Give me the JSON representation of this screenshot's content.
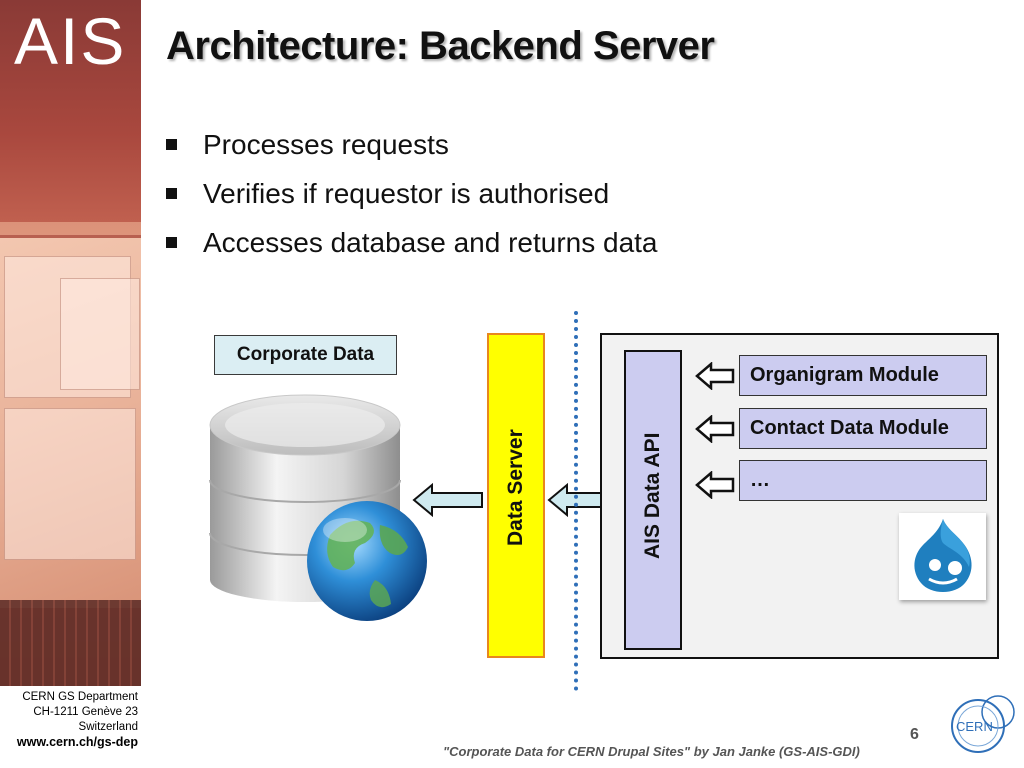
{
  "sidebar": {
    "logo_text": "AIS"
  },
  "footer_left": {
    "line1": "CERN GS Department",
    "line2": "CH-1211 Genève 23",
    "line3": "Switzerland",
    "url": "www.cern.ch/gs-dep"
  },
  "slide": {
    "title": "Architecture: Backend Server",
    "bullets": [
      "Processes requests",
      "Verifies if requestor is authorised",
      "Accesses database and returns data"
    ]
  },
  "diagram": {
    "corporate_data_label": "Corporate Data",
    "data_server_label": "Data Server",
    "api_label": "AIS Data API",
    "modules": [
      "Organigram Module",
      "Contact Data Module",
      "…"
    ]
  },
  "footer": {
    "quote": "\"Corporate Data for CERN Drupal Sites\" by Jan Janke (GS-AIS-GDI)",
    "page_number": "6",
    "cern_logo_text": "CERN"
  },
  "colors": {
    "data_server_fill": "#ffff00",
    "data_server_border": "#e8871e",
    "module_fill": "#ccccf0",
    "corp_label_fill": "#dbeef3",
    "divider": "#2f6fb8",
    "arrow_fill": "#cfeaf0"
  }
}
